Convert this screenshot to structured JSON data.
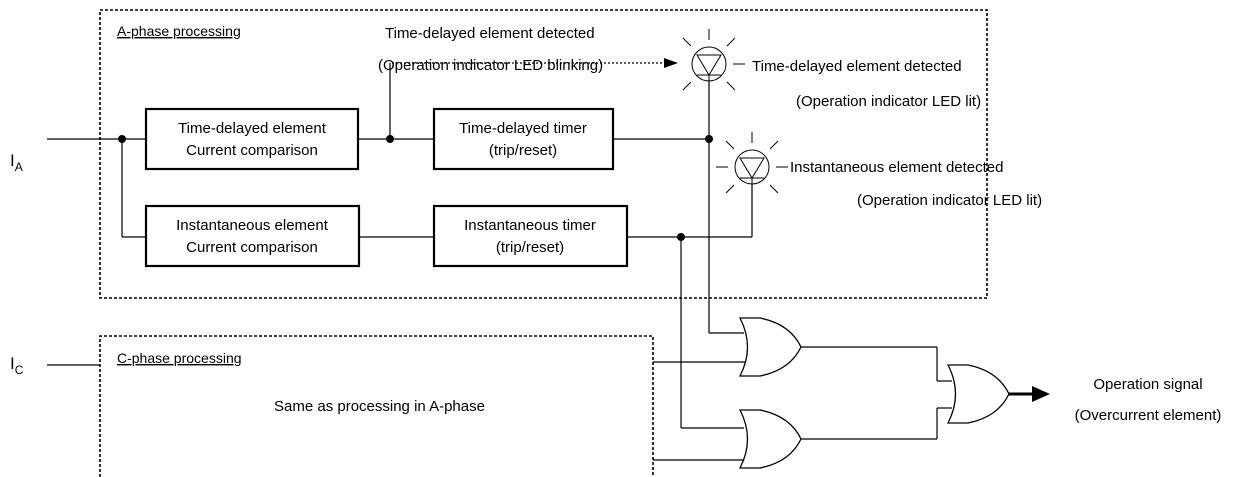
{
  "a_phase": {
    "title": "A-phase processing",
    "blocks": {
      "time_delayed_element": [
        "Time-delayed element",
        "Current comparison"
      ],
      "time_delayed_timer": [
        "Time-delayed timer",
        "(trip/reset)"
      ],
      "instantaneous_element": [
        "Instantaneous element",
        "Current comparison"
      ],
      "instantaneous_timer": [
        "Instantaneous timer",
        "(trip/reset)"
      ]
    },
    "blinking_note": [
      "Time-delayed element detected",
      "(Operation indicator LED blinking)"
    ],
    "led_time_delayed": [
      "Time-delayed element detected",
      "(Operation indicator LED lit)"
    ],
    "led_instantaneous": [
      "Instantaneous element detected",
      "(Operation indicator LED lit)"
    ]
  },
  "c_phase": {
    "title": "C-phase processing",
    "body": "Same as processing in A-phase"
  },
  "inputs": {
    "a": {
      "main": "I",
      "sub": "A"
    },
    "c": {
      "main": "I",
      "sub": "C"
    }
  },
  "output": [
    "Operation signal",
    "(Overcurrent element)"
  ],
  "colors": {
    "line": "#000000",
    "background": "#ffffff"
  }
}
